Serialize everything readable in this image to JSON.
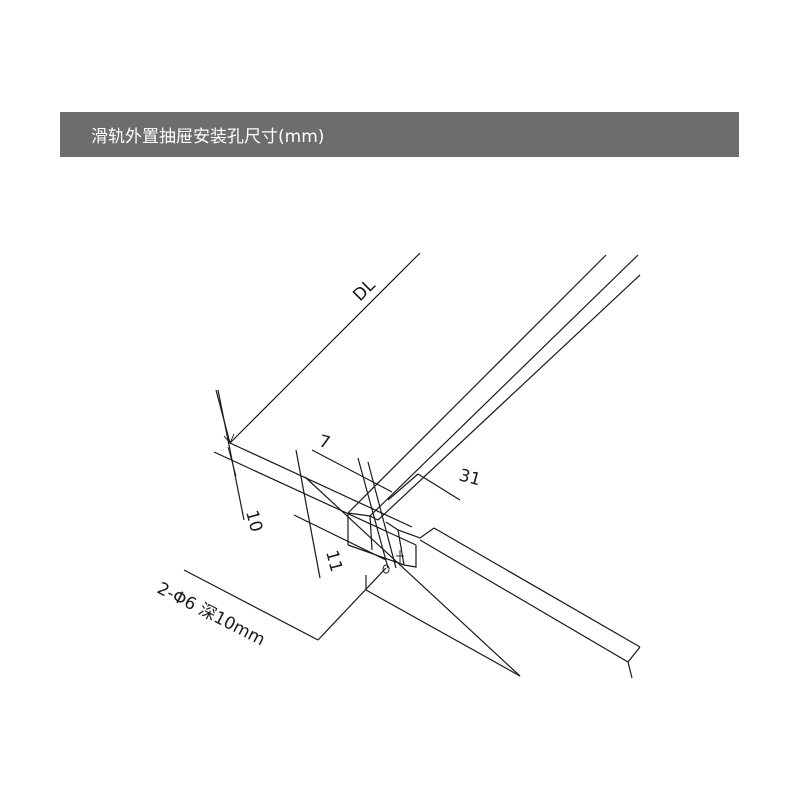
{
  "header": {
    "title": "滑轨外置抽屉安装孔尺寸(mm)",
    "background_color": "#6d6d6d",
    "text_color": "#ffffff"
  },
  "diagram": {
    "labels": {
      "dl": "DL",
      "dim_7": "7",
      "dim_31": "31",
      "dim_10": "10",
      "dim_11": "11",
      "hole_note": "2-Φ6 深10mm"
    }
  }
}
